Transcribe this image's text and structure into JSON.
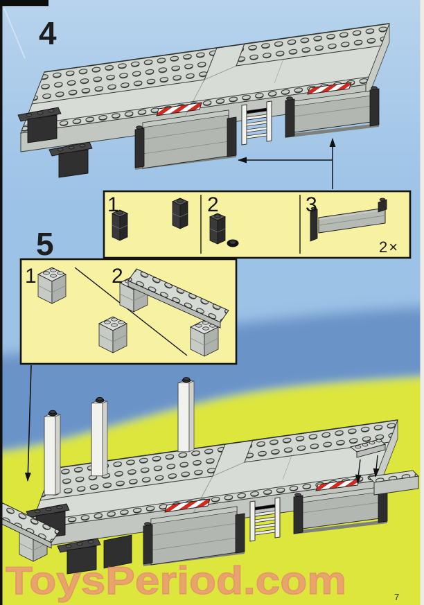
{
  "page": {
    "number": "7",
    "watermark": "ToysPeriod.com"
  },
  "step4": {
    "label": "4",
    "parts_box": {
      "sections": [
        {
          "label": "1"
        },
        {
          "label": "2"
        },
        {
          "label": "3"
        }
      ],
      "quantity": "2×"
    }
  },
  "step5": {
    "label": "5",
    "inset_box": {
      "sections": [
        {
          "label": "1"
        },
        {
          "label": "2"
        }
      ]
    }
  },
  "colors": {
    "sky": "#9cc2e6",
    "horizon_band": "#6b93c7",
    "ground": "#dde63e",
    "box_fill": "#f7f1a2",
    "stripe_red": "#cf2b20",
    "watermark_pink": "#ef7d88"
  }
}
